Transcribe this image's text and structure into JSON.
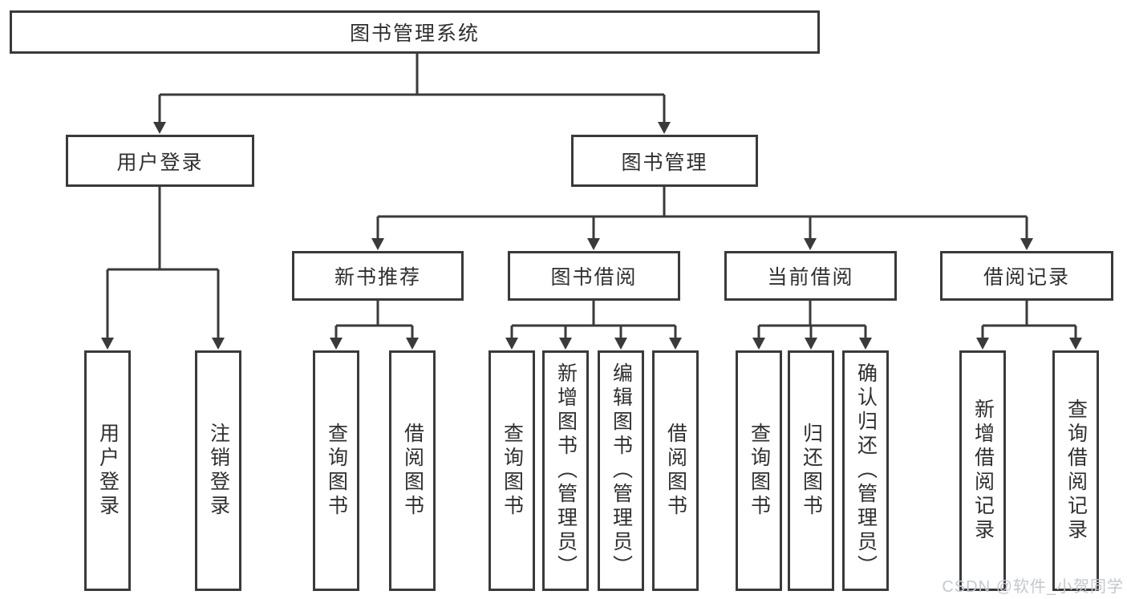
{
  "diagram": {
    "root": "图书管理系统",
    "user_login": "用户登录",
    "book_management": "图书管理",
    "new_book_recommend": "新书推荐",
    "book_borrow": "图书借阅",
    "current_borrow": "当前借阅",
    "borrow_record": "借阅记录",
    "ul_user_login": "用户登录",
    "ul_logout": "注销登录",
    "nb_query_book": "查询图书",
    "nb_borrow_book": "借阅图书",
    "bb_query_book": "查询图书",
    "bb_add_book": "新增图书（管理员）",
    "bb_edit_book": "编辑图书（管理员）",
    "bb_borrow_book": "借阅图书",
    "cb_query_book": "查询图书",
    "cb_return_book": "归还图书",
    "cb_confirm_return": "确认归还（管理员）",
    "br_add_record": "新增借阅记录",
    "br_query_record": "查询借阅记录"
  },
  "watermark": "CSDN @软件_小贺同学",
  "colors": {
    "line": "#3a3a3a",
    "text": "#2f2f2f",
    "watermark": "#c4c8cf",
    "background": "#ffffff"
  }
}
